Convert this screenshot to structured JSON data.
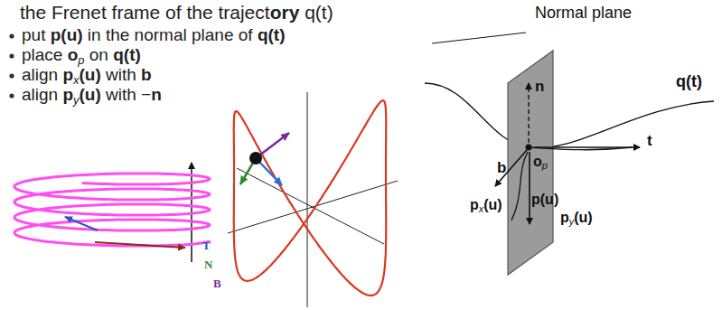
{
  "diagram": {
    "labels": [
      "the Frenet frame of the trajectory q(t)",
      "put p(u) in the normal plane of q(t)",
      "place op on q(t)",
      "align px(u) with b",
      "align py(u) with −n",
      "T",
      "N",
      "B",
      "Normal plane",
      "n",
      "q(t)",
      "t",
      "b",
      "op",
      "px(u)",
      "p(u)",
      "py(u)"
    ]
  }
}
